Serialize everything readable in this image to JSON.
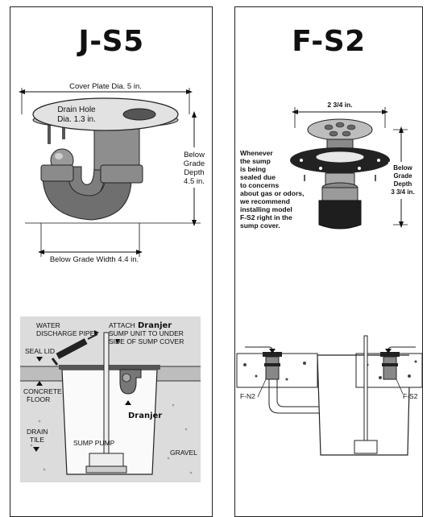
{
  "left": {
    "title": "J-S5",
    "drawing": {
      "cover_plate": "Cover Plate Dia. 5 in.",
      "drain_hole_line1": "Drain Hole",
      "drain_hole_line2": "Dia. 1.3 in.",
      "depth_line1": "Below",
      "depth_line2": "Grade",
      "depth_line3": "Depth",
      "depth_line4": "4.5 in.",
      "width": "Below Grade Width 4.4 in."
    },
    "install": {
      "water_discharge_line1": "WATER",
      "water_discharge_line2": "DISCHARGE PIPE",
      "attach_line1": "ATTACH",
      "brand": "Dranjer",
      "attach_line2": "SUMP UNIT TO UNDER",
      "attach_line3": "SIDE OF SUMP COVER",
      "seal_lid": "SEAL LID",
      "concrete_line1": "CONCRETE",
      "concrete_line2": "FLOOR",
      "drain_tile_line1": "DRAIN",
      "drain_tile_line2": "TILE",
      "sump_pump": "SUMP PUMP",
      "gravel": "GRAVEL"
    }
  },
  "right": {
    "title": "F-S2",
    "drawing": {
      "width": "2 3/4 in.",
      "note_lines": [
        "Whenever",
        "the sump",
        "is being",
        "sealed due",
        "to concerns",
        "about gas or odors,",
        "we recommend",
        "installing model",
        "F-S2 right in the",
        "sump cover."
      ],
      "depth_line1": "Below",
      "depth_line2": "Grade",
      "depth_line3": "Depth",
      "depth_line4": "3 3/4 in."
    },
    "install": {
      "label_fn2": "F-N2",
      "label_fs2": "F-S2"
    }
  },
  "colors": {
    "background": "#ffffff",
    "ink": "#111111",
    "grey_part": "#8a8a8a",
    "plate_fill": "#dedede",
    "install_bg": "#dcdcdc",
    "slab_fill": "#bdbdbd"
  }
}
